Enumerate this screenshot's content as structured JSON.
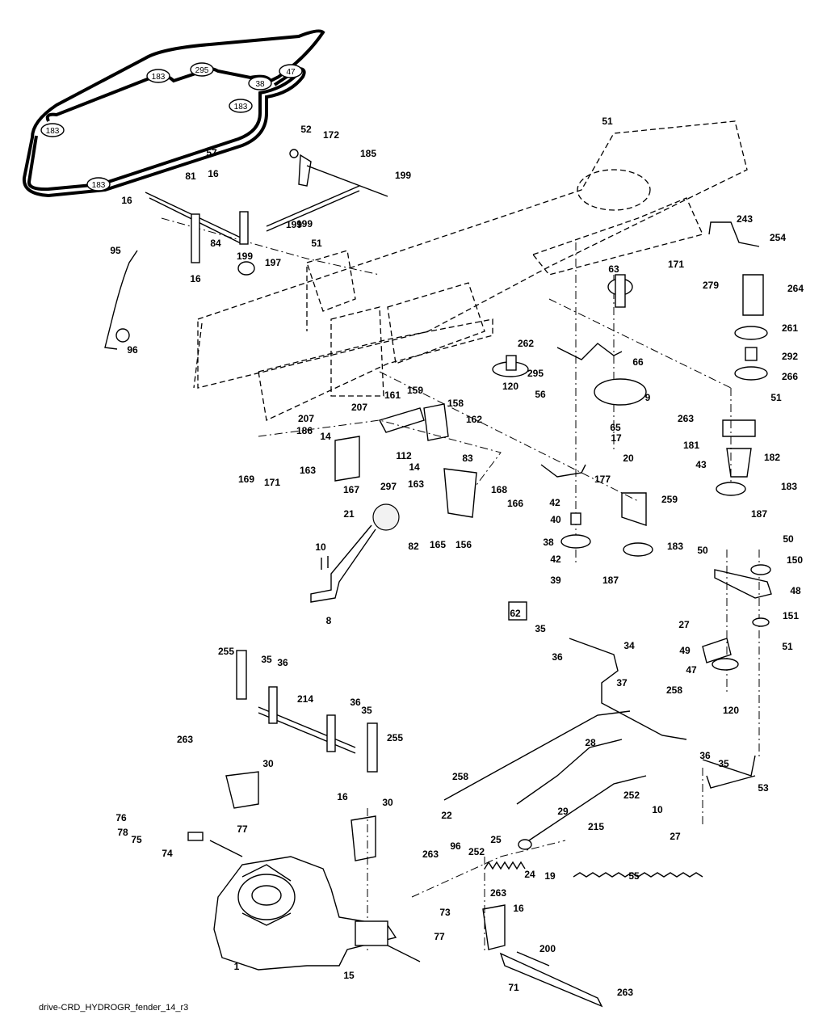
{
  "caption": "drive-CRD_HYDROGR_fender_14_r3",
  "belt_pulley_labels": [
    "183",
    "295",
    "38",
    "47",
    "183",
    "183",
    "183"
  ],
  "callouts": [
    "57",
    "52",
    "172",
    "185",
    "199",
    "16",
    "81",
    "16",
    "199",
    "199",
    "51",
    "84",
    "197",
    "199",
    "16",
    "95",
    "96",
    "51",
    "63",
    "243",
    "254",
    "171",
    "279",
    "264",
    "261",
    "292",
    "266",
    "51",
    "262",
    "295",
    "120",
    "56",
    "66",
    "9",
    "263",
    "65",
    "17",
    "181",
    "20",
    "182",
    "43",
    "183",
    "187",
    "207",
    "161",
    "159",
    "158",
    "162",
    "207",
    "186",
    "14",
    "112",
    "14",
    "163",
    "83",
    "163",
    "169",
    "171",
    "167",
    "297",
    "177",
    "42",
    "259",
    "168",
    "166",
    "21",
    "82",
    "165",
    "156",
    "40",
    "38",
    "183",
    "42",
    "39",
    "187",
    "10",
    "8",
    "50",
    "50",
    "150",
    "48",
    "27",
    "151",
    "62",
    "35",
    "36",
    "34",
    "49",
    "51",
    "47",
    "255",
    "35",
    "36",
    "37",
    "258",
    "120",
    "214",
    "36",
    "35",
    "255",
    "28",
    "36",
    "35",
    "263",
    "30",
    "258",
    "22",
    "29",
    "10",
    "252",
    "53",
    "16",
    "30",
    "76",
    "77",
    "78",
    "75",
    "74",
    "263",
    "96",
    "252",
    "25",
    "24",
    "19",
    "215",
    "27",
    "55",
    "263",
    "73",
    "16",
    "77",
    "200",
    "1",
    "15",
    "71",
    "263"
  ],
  "colors": {
    "ink": "#000000",
    "paper": "#ffffff",
    "ball": "#f2f2f2"
  }
}
